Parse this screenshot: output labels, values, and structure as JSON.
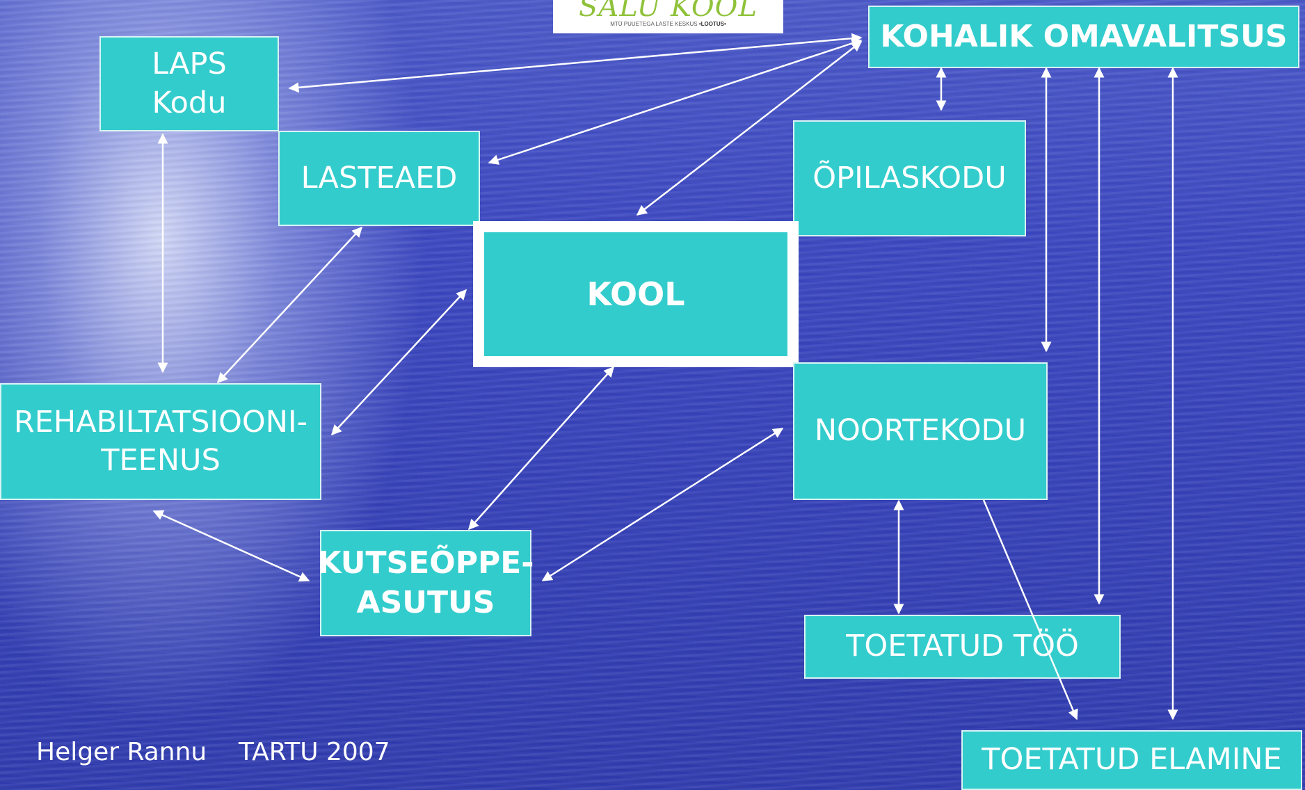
{
  "logo": {
    "name": "SALU KOOL",
    "subtitle_prefix": "MTÜ PUUETEGA LASTE KESKUS",
    "subtitle_bold": "•LOOTUS•"
  },
  "nodes": {
    "kohalik": "KOHALIK  OMAVALITSUS",
    "laps": "LAPS\nKodu",
    "lasteaed": "LASTEAED",
    "opilaskodu": "ÕPILASKODU",
    "kool": "KOOL",
    "rehab": "REHABILTATSIOONI-\nTEENUS",
    "noortekodu": "NOORTEKODU",
    "kutse": "KUTSEÕPPE-\nASUTUS",
    "toetatud_too": "TOETATUD  TÖÖ",
    "toetatud_elamine": "TOETATUD ELAMINE"
  },
  "footer": {
    "author": "Helger Rannu",
    "place_year": "TARTU 2007"
  },
  "colors": {
    "box_fill": "#33cccc",
    "box_border": "#d8f4f4",
    "arrow": "#ffffff",
    "text": "#ffffff"
  }
}
